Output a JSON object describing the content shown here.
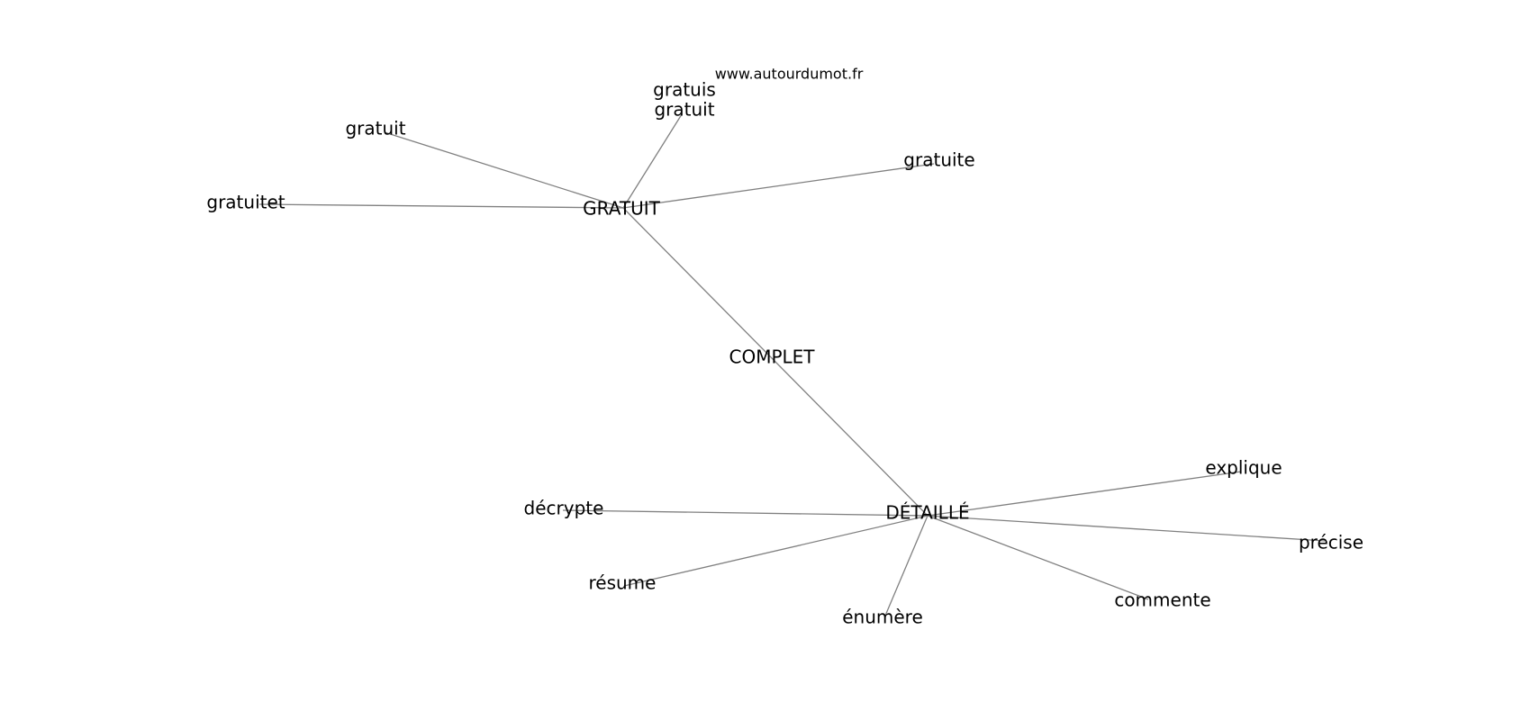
{
  "source": "www.autourdumot.fr",
  "center": "COMPLET",
  "hubs": [
    {
      "id": "gratuit_hub",
      "label": "GRATUIT",
      "neighbors": [
        {
          "id": "n_gratuit",
          "label": "gratuit"
        },
        {
          "id": "n_gratuitet",
          "label": "gratuitet"
        },
        {
          "id": "n_gratuis",
          "label": [
            "gratuis",
            "gratuit"
          ]
        },
        {
          "id": "n_gratuite",
          "label": "gratuite"
        }
      ]
    },
    {
      "id": "detaille_hub",
      "label": "DÉTAILLÉ",
      "neighbors": [
        {
          "id": "n_explique",
          "label": "explique"
        },
        {
          "id": "n_precise",
          "label": "précise"
        },
        {
          "id": "n_commente",
          "label": "commente"
        },
        {
          "id": "n_enumere",
          "label": "énumère"
        },
        {
          "id": "n_resume",
          "label": "résume"
        },
        {
          "id": "n_decrypte",
          "label": "décrypte"
        }
      ]
    }
  ]
}
